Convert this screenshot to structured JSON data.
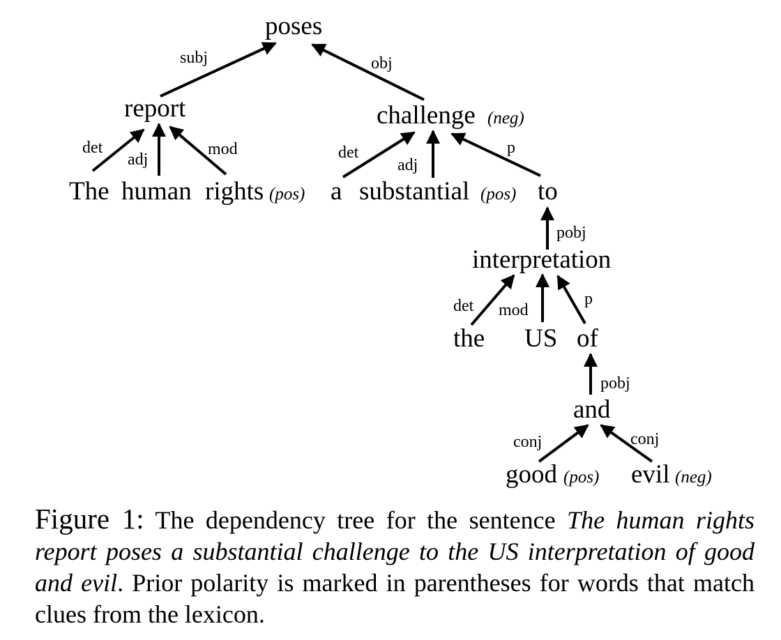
{
  "words": {
    "poses": "poses",
    "report": "report",
    "challenge": "challenge",
    "the_cap": "The",
    "human": "human",
    "rights": "rights",
    "a": "a",
    "substantial": "substantial",
    "to": "to",
    "interpretation": "interpretation",
    "the": "the",
    "us": "US",
    "of": "of",
    "and": "and",
    "good": "good",
    "evil": "evil"
  },
  "polarity": {
    "challenge": "(neg)",
    "rights": "(pos)",
    "substantial": "(pos)",
    "good": "(pos)",
    "evil": "(neg)"
  },
  "edges": {
    "report_poses": "subj",
    "challenge_poses": "obj",
    "the_report": "det",
    "human_report": "adj",
    "rights_report": "mod",
    "a_challenge": "det",
    "substantial_challenge": "adj",
    "to_challenge": "p",
    "interpretation_to": "pobj",
    "the_interpretation": "det",
    "us_interpretation": "mod",
    "of_interpretation": "p",
    "and_of": "pobj",
    "good_and": "conj",
    "evil_and": "conj"
  },
  "caption": {
    "figure_label": "Figure 1:",
    "text_1": "The dependency tree for the sentence",
    "sentence": "The human rights report poses a substantial challenge to the US interpretation of good and evil",
    "text_2": ". Prior polarity is marked in parentheses for words that match clues from the lexicon."
  }
}
